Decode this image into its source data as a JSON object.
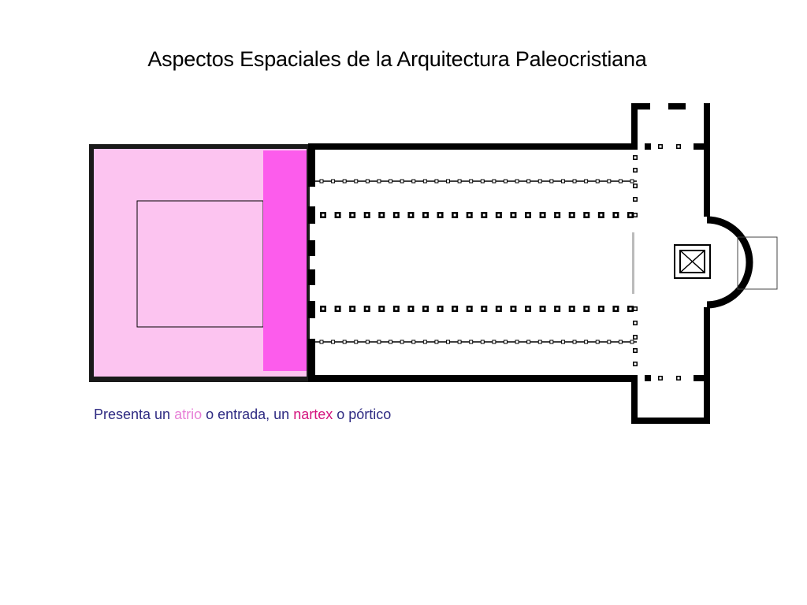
{
  "slide": {
    "title": "Aspectos  Espaciales de la Arquitectura Paleocristiana",
    "caption": {
      "part1": "Presenta un ",
      "atrio": "atrio",
      "part2": " o entrada, un ",
      "nartex": "nartex",
      "part3": " o pórtico"
    }
  },
  "colors": {
    "atrio": "#fcc4f0",
    "nartex": "#fc5cec",
    "caption_text": "#2e2a82",
    "atrio_word": "#e77fd6",
    "nartex_word": "#d4137e",
    "walls": "#000000"
  },
  "diagram": {
    "type": "basilica-floor-plan",
    "regions": [
      "atrio",
      "nartex",
      "nave-central",
      "naves-laterales",
      "transepto",
      "abside"
    ]
  }
}
